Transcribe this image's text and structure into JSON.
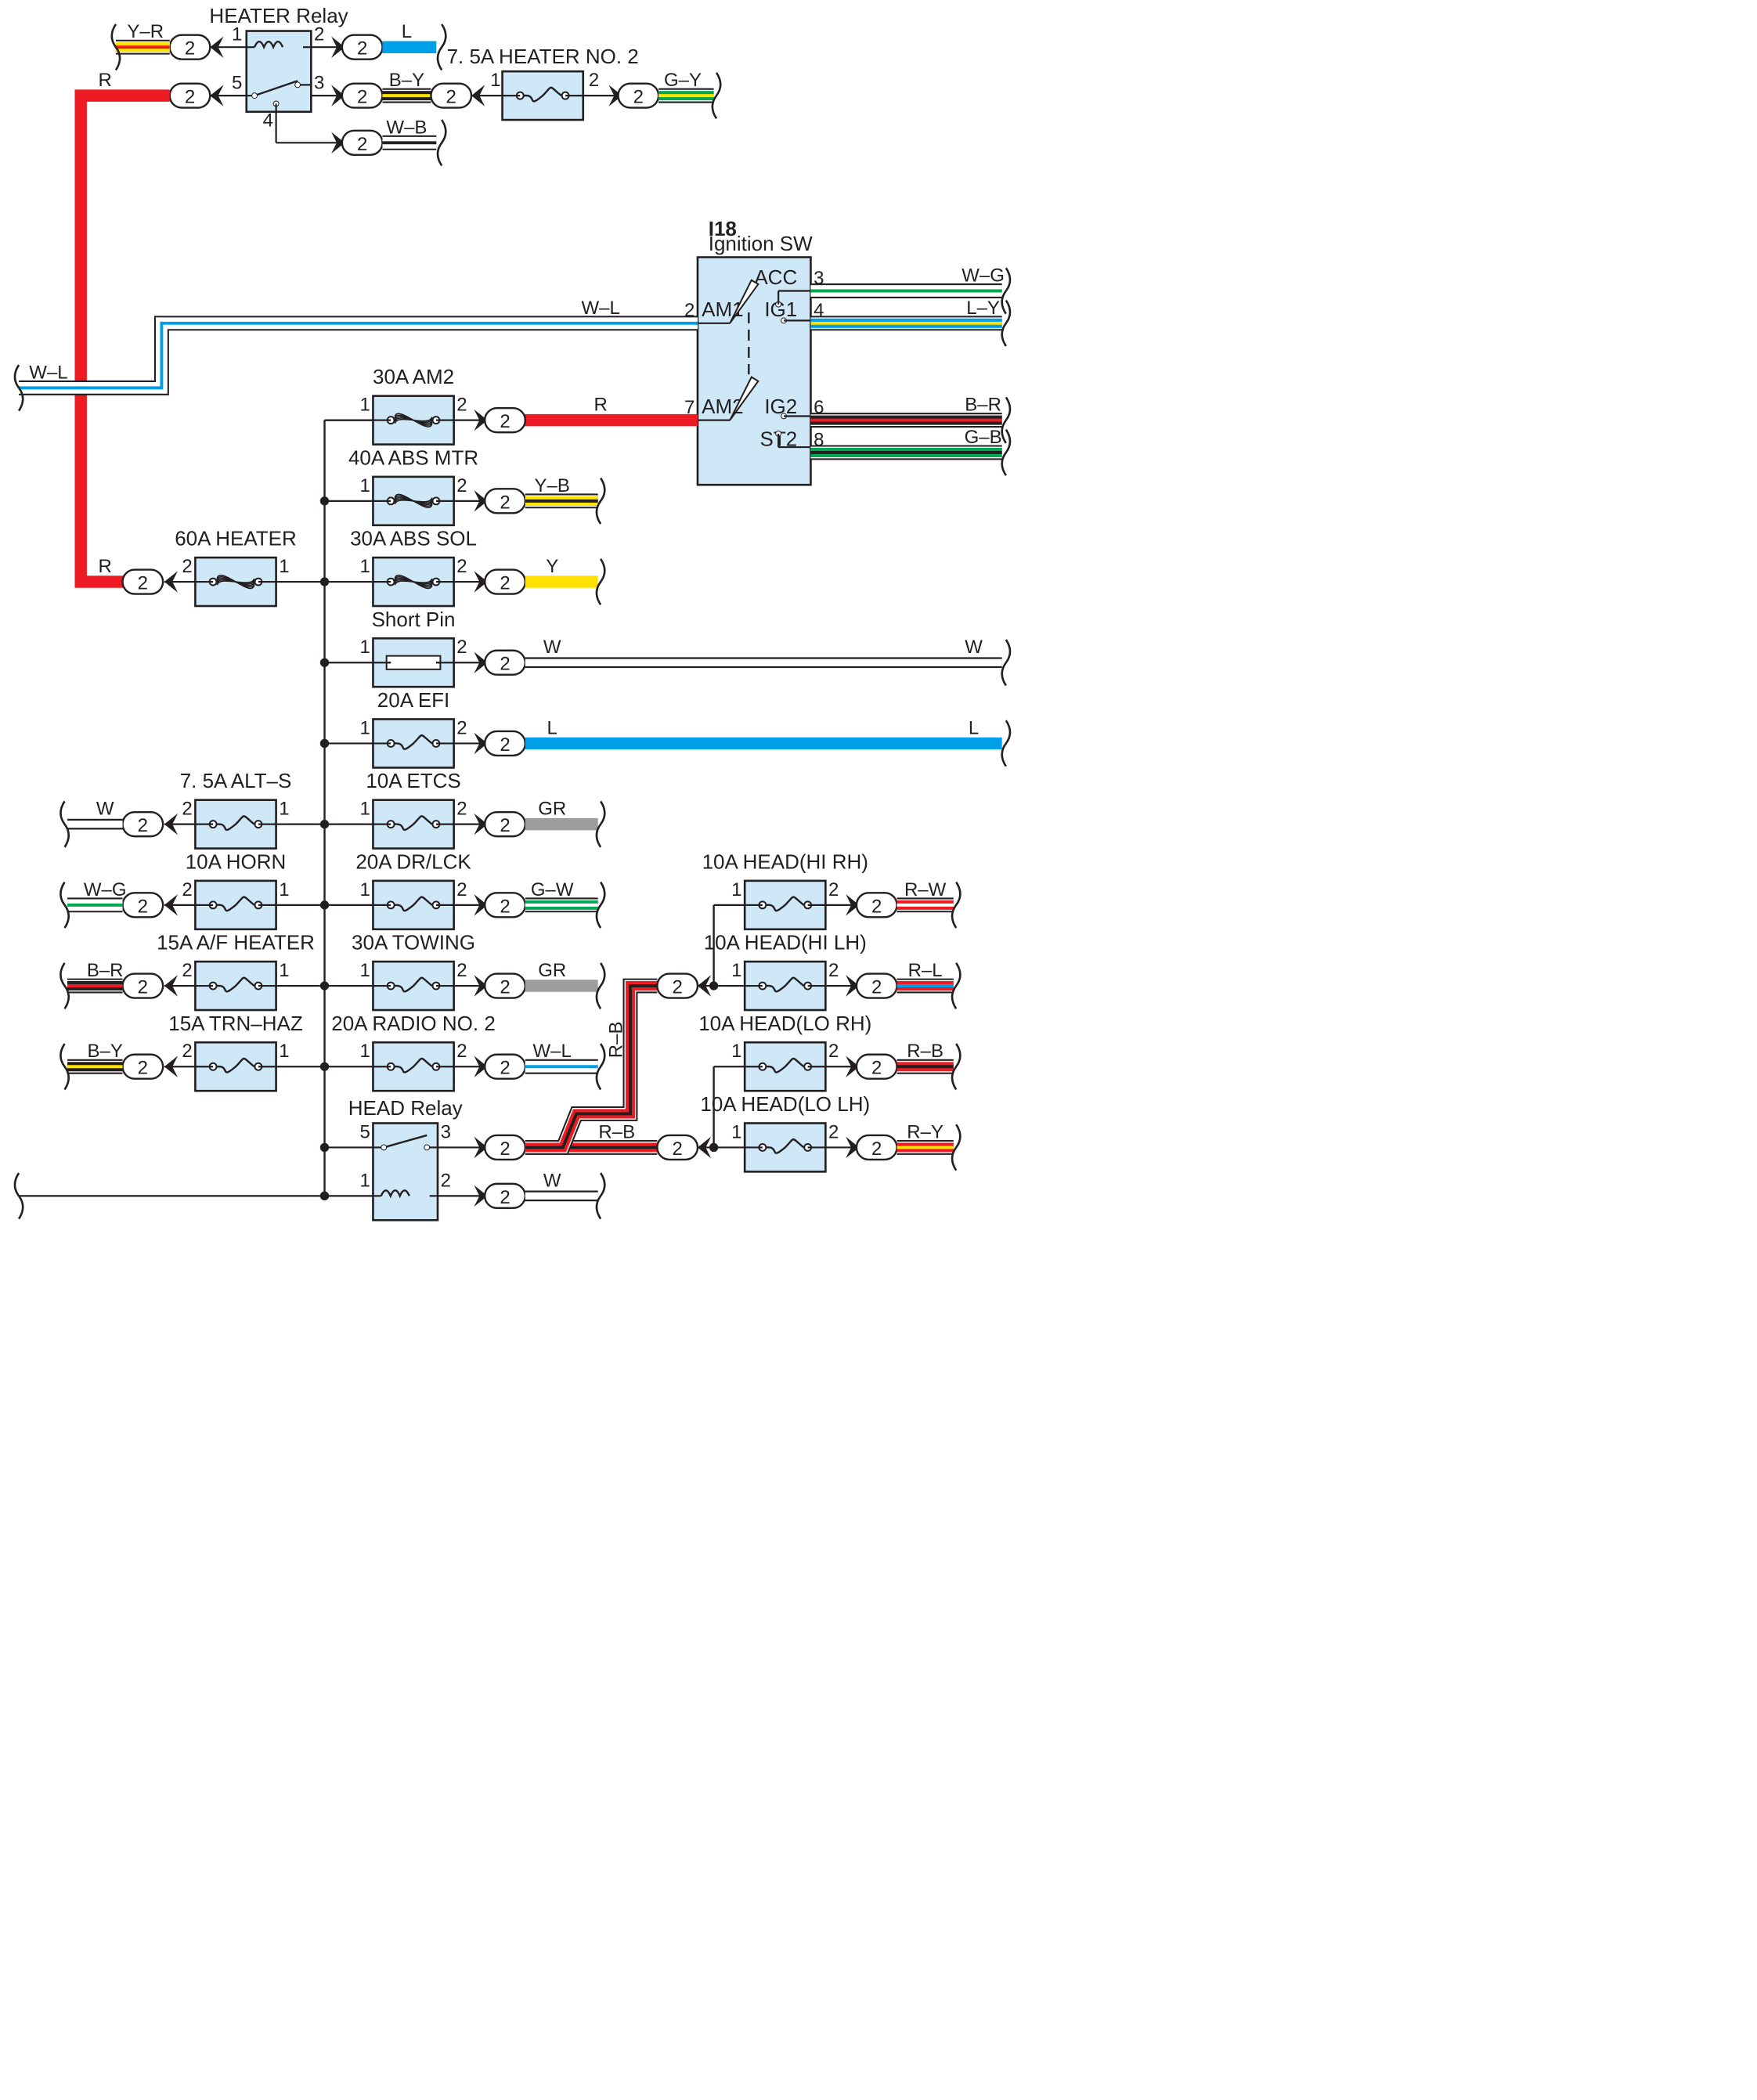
{
  "colors": {
    "R": "#ed1c24",
    "L": "#00a0e9",
    "Y": "#ffe100",
    "G": "#00a651",
    "W": "#ffffff",
    "GR": "#9d9d9d",
    "B": "#231f20",
    "box": "#cfe8f7"
  },
  "connector": "2",
  "heater_relay": {
    "title": "HEATER Relay",
    "pins": [
      "1",
      "2",
      "5",
      "3",
      "4"
    ]
  },
  "fuse_heater2": {
    "title": "7. 5A HEATER NO. 2",
    "pins": [
      "1",
      "2"
    ]
  },
  "ignition": {
    "code": "I18",
    "title": "Ignition SW",
    "terms": [
      "ACC",
      "IG1",
      "AM1",
      "AM2",
      "IG2",
      "ST2"
    ],
    "pins": [
      "3",
      "4",
      "2",
      "7",
      "6",
      "8"
    ]
  },
  "left_fuses": [
    {
      "title": "60A HEATER",
      "pin_l": "2",
      "pin_r": "1",
      "wire": "R"
    },
    {
      "title": "7. 5A ALT–S",
      "pin_l": "2",
      "pin_r": "1",
      "wire": "W"
    },
    {
      "title": "10A HORN",
      "pin_l": "2",
      "pin_r": "1",
      "wire": "W–G"
    },
    {
      "title": "15A A/F HEATER",
      "pin_l": "2",
      "pin_r": "1",
      "wire": "B–R"
    },
    {
      "title": "15A TRN–HAZ",
      "pin_l": "2",
      "pin_r": "1",
      "wire": "B–Y"
    }
  ],
  "mid_fuses": [
    {
      "title": "30A AM2",
      "pin_l": "1",
      "pin_r": "2",
      "wire": "R"
    },
    {
      "title": "40A ABS MTR",
      "pin_l": "1",
      "pin_r": "2",
      "wire": "Y–B"
    },
    {
      "title": "30A ABS SOL",
      "pin_l": "1",
      "pin_r": "2",
      "wire": "Y"
    },
    {
      "title": "Short Pin",
      "pin_l": "1",
      "pin_r": "2",
      "wire": "W"
    },
    {
      "title": "20A EFI",
      "pin_l": "1",
      "pin_r": "2",
      "wire": "L"
    },
    {
      "title": "10A ETCS",
      "pin_l": "1",
      "pin_r": "2",
      "wire": "GR"
    },
    {
      "title": "20A DR/LCK",
      "pin_l": "1",
      "pin_r": "2",
      "wire": "G–W"
    },
    {
      "title": "30A TOWING",
      "pin_l": "1",
      "pin_r": "2",
      "wire": "GR"
    },
    {
      "title": "20A RADIO NO. 2",
      "pin_l": "1",
      "pin_r": "2",
      "wire": "W–L"
    }
  ],
  "head_relay": {
    "title": "HEAD Relay",
    "pins": [
      "5",
      "3",
      "1",
      "2"
    ]
  },
  "head_fuses": [
    {
      "title": "10A HEAD(HI RH)",
      "pin_l": "1",
      "pin_r": "2",
      "wire": "R–W"
    },
    {
      "title": "10A HEAD(HI LH)",
      "pin_l": "1",
      "pin_r": "2",
      "wire": "R–L"
    },
    {
      "title": "10A HEAD(LO RH)",
      "pin_l": "1",
      "pin_r": "2",
      "wire": "R–B"
    },
    {
      "title": "10A HEAD(LO LH)",
      "pin_l": "1",
      "pin_r": "2",
      "wire": "R–Y"
    }
  ],
  "wires": {
    "top_yr": "Y–R",
    "top_l": "L",
    "top_r": "R",
    "top_by": "B–Y",
    "top_gy": "G–Y",
    "top_wb": "W–B",
    "ign_wl": "W–L",
    "left_wl": "W–L",
    "acc": "W–G",
    "ig1": "L–Y",
    "am2": "R",
    "ig2": "B–R",
    "st2": "G–B",
    "short_r": "W",
    "efi_r": "L",
    "rb_vert": "R–B",
    "rb_horiz": "R–B",
    "head_w": "W",
    "r_left": "R"
  }
}
